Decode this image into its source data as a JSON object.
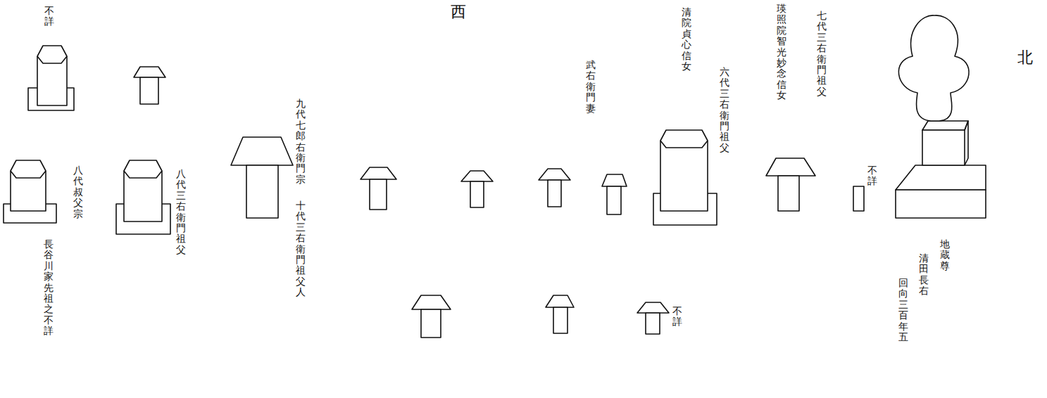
{
  "diagram": {
    "labels": [
      "西",
      "北",
      "不詳",
      "八代叔父 宗",
      "長谷川家先祖之不詳",
      "八代三右衛門祖父",
      "九代七郎右衛門 宗",
      "十代三右衛門祖父人",
      "武右衛門妻",
      "清院貞心信女",
      "六代三右衛門祖父",
      "瑛照院智光妙念信女",
      "七代三右衛門祖父",
      "不詳",
      "地蔵尊",
      "清田長右",
      "回向三百年 五",
      "不詳"
    ]
  }
}
